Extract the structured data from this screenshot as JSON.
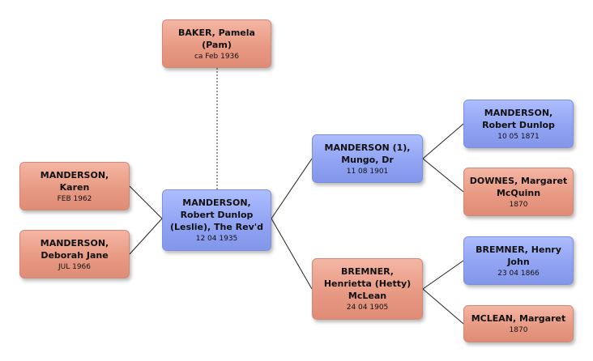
{
  "people": {
    "pamela_baker": {
      "name_line1": "BAKER, Pamela",
      "name_line2": "(Pam)",
      "date": "ca Feb 1936",
      "sex": "female"
    },
    "karen_manderson": {
      "name_line1": "MANDERSON,",
      "name_line2": "Karen",
      "date": "FEB 1962",
      "sex": "female"
    },
    "deborah_manderson": {
      "name_line1": "MANDERSON,",
      "name_line2": "Deborah Jane",
      "date": "JUL 1966",
      "sex": "female"
    },
    "robert_dunlop_leslie": {
      "name_line1": "MANDERSON,",
      "name_line2": "Robert Dunlop",
      "name_line3": "(Leslie), The Rev'd",
      "date": "12 04 1935",
      "sex": "male"
    },
    "mungo_manderson": {
      "name_line1": "MANDERSON (1),",
      "name_line2": "Mungo, Dr",
      "date": "11 08 1901",
      "sex": "male"
    },
    "henrietta_bremner": {
      "name_line1": "BREMNER,",
      "name_line2": "Henrietta (Hetty)",
      "name_line3": "McLean",
      "date": "24 04 1905",
      "sex": "female"
    },
    "robert_dunlop_1871": {
      "name_line1": "MANDERSON,",
      "name_line2": "Robert Dunlop",
      "date": "10 05 1871",
      "sex": "male"
    },
    "margaret_downes": {
      "name_line1": "DOWNES, Margaret",
      "name_line2": "McQuinn",
      "date": "1870",
      "sex": "female"
    },
    "henry_bremner": {
      "name_line1": "BREMNER, Henry",
      "name_line2": "John",
      "date": "23 04 1866",
      "sex": "male"
    },
    "margaret_mclean": {
      "name_line1": "MCLEAN, Margaret",
      "date": "1870",
      "sex": "female"
    }
  },
  "colors": {
    "female": "#e89a84",
    "male": "#91a3f2",
    "connector": "#222222",
    "spouse_link": "#555555"
  }
}
